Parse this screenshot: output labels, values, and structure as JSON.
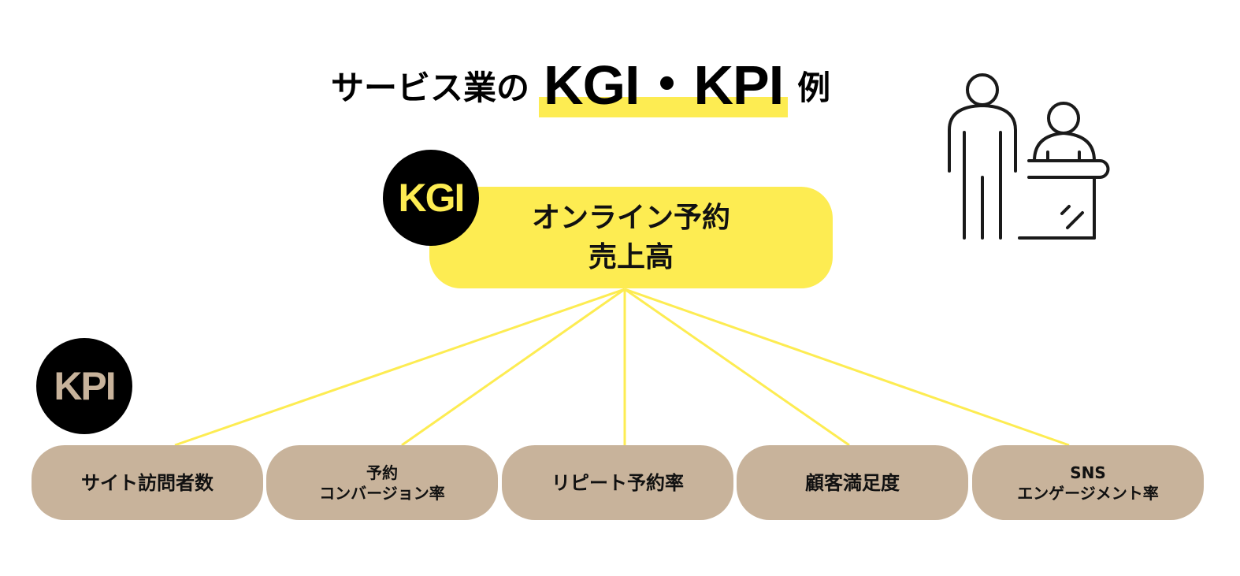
{
  "title": {
    "prefix": "サービス業の",
    "highlight": "KGI・KPI",
    "suffix": "例"
  },
  "kgi": {
    "badge": "KGI",
    "label": "オンライン予約\n売上高"
  },
  "kpi": {
    "badge": "KPI",
    "items": [
      {
        "label": "サイト訪問者数"
      },
      {
        "label": "予約\nコンバージョン率"
      },
      {
        "label": "リピート予約率"
      },
      {
        "label": "顧客満足度"
      },
      {
        "label": "SNS\nエンゲージメント率"
      }
    ]
  },
  "colors": {
    "yellow": "#fdec52",
    "beige": "#c8b39b",
    "black": "#000000"
  },
  "illustration": "customer-at-reception-desk-icon"
}
